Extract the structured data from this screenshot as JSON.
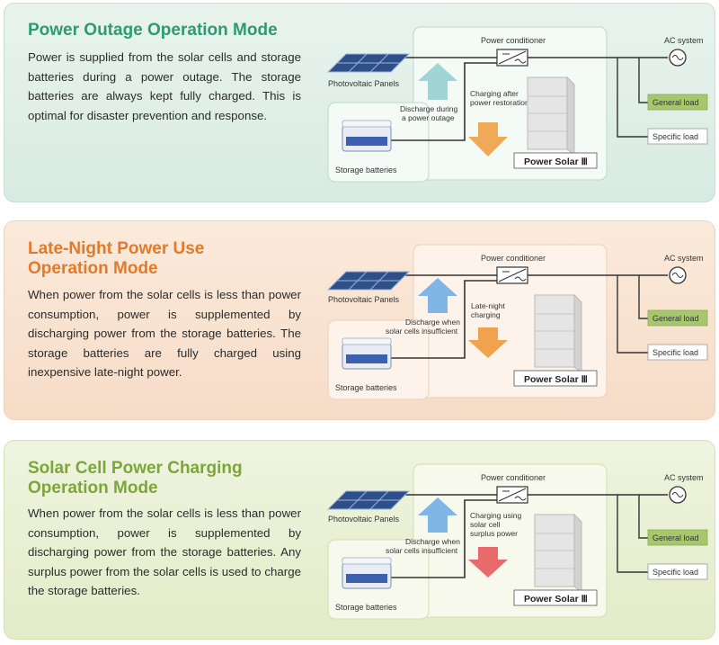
{
  "panels": [
    {
      "title_lines": [
        "Power Outage Operation Mode"
      ],
      "description": "Power is supplied from the solar cells and storage batteries during a power outage. The storage batteries are always kept fully charged. This is optimal for disaster prevention and response.",
      "diagram": {
        "power_conditioner": "Power conditioner",
        "ac_system": "AC system",
        "photovoltaic_panels": "Photovoltaic Panels",
        "storage_batteries": "Storage batteries",
        "discharge_label": [
          "Discharge during",
          "a power outage"
        ],
        "charge_label": [
          "Charging after",
          "power restoration"
        ],
        "general_load": "General load",
        "specific_load": "Specific load",
        "product": "Power Solar Ⅲ",
        "up_arrow_color": "#9fd5d5",
        "down_arrow_color": "#f0a957"
      }
    },
    {
      "title_lines": [
        "Late-Night Power Use",
        "Operation Mode"
      ],
      "description": "When power from the solar cells is less than power consumption, power is supplemented by discharging power from the storage batteries. The storage batteries are fully charged using inexpensive late-night power.",
      "diagram": {
        "power_conditioner": "Power conditioner",
        "ac_system": "AC system",
        "photovoltaic_panels": "Photovoltaic Panels",
        "storage_batteries": "Storage batteries",
        "discharge_label": [
          "Discharge when",
          "solar cells insufficient"
        ],
        "charge_label": [
          "Late-night",
          "charging"
        ],
        "general_load": "General load",
        "specific_load": "Specific load",
        "product": "Power Solar Ⅲ",
        "up_arrow_color": "#7fb6e6",
        "down_arrow_color": "#f0a24f"
      }
    },
    {
      "title_lines": [
        "Solar Cell Power Charging",
        "Operation Mode"
      ],
      "description": "When power from the solar cells is less than power consumption, power is supplemented by discharging power from the storage batteries. Any surplus power from the solar cells is used to charge the storage batteries.",
      "diagram": {
        "power_conditioner": "Power conditioner",
        "ac_system": "AC system",
        "photovoltaic_panels": "Photovoltaic Panels",
        "storage_batteries": "Storage batteries",
        "discharge_label": [
          "Discharge when",
          "solar cells insufficient"
        ],
        "charge_label": [
          "Charging using",
          "solar cell",
          "surplus power"
        ],
        "general_load": "General load",
        "specific_load": "Specific load",
        "product": "Power Solar Ⅲ",
        "up_arrow_color": "#7fb6e6",
        "down_arrow_color": "#e86a6a"
      }
    }
  ],
  "colors": {
    "panel1_title": "#2e9a74",
    "panel2_title": "#e07b2c",
    "panel3_title": "#7ca63a",
    "general_load_fill": "#a6c86a"
  }
}
